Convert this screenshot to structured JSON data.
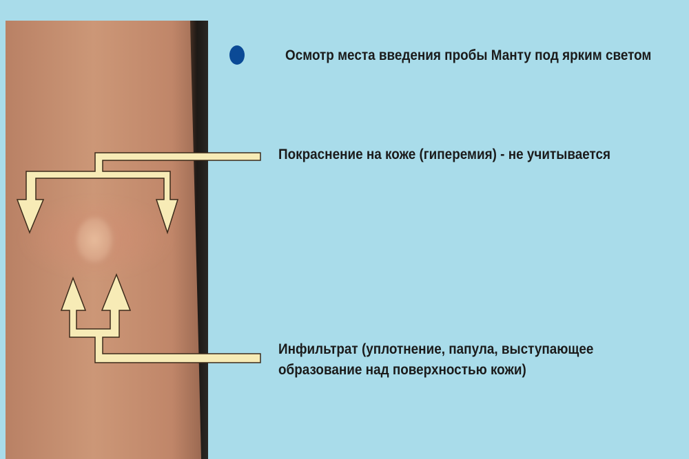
{
  "title": {
    "text": "Осмотр места введения пробы Манту под ярким светом"
  },
  "annotations": {
    "redness": "Покраснение на коже (гиперемия) - не учитывается",
    "infiltrate_line1": "Инфильтрат (уплотнение, папула, выступающее",
    "infiltrate_line2": "образование над поверхностью кожи)"
  },
  "icons": {
    "bullet": "blue-dot",
    "redness_pointer": "double-down-arrow",
    "infiltrate_pointer": "double-up-arrow"
  },
  "colors": {
    "background": "#a9dcea",
    "bullet": "#0b4a96",
    "arrows": "#f7ebb6",
    "arrow_outline": "#3b2a1a",
    "skin": "#c89372",
    "text": "#1b1b1b"
  }
}
